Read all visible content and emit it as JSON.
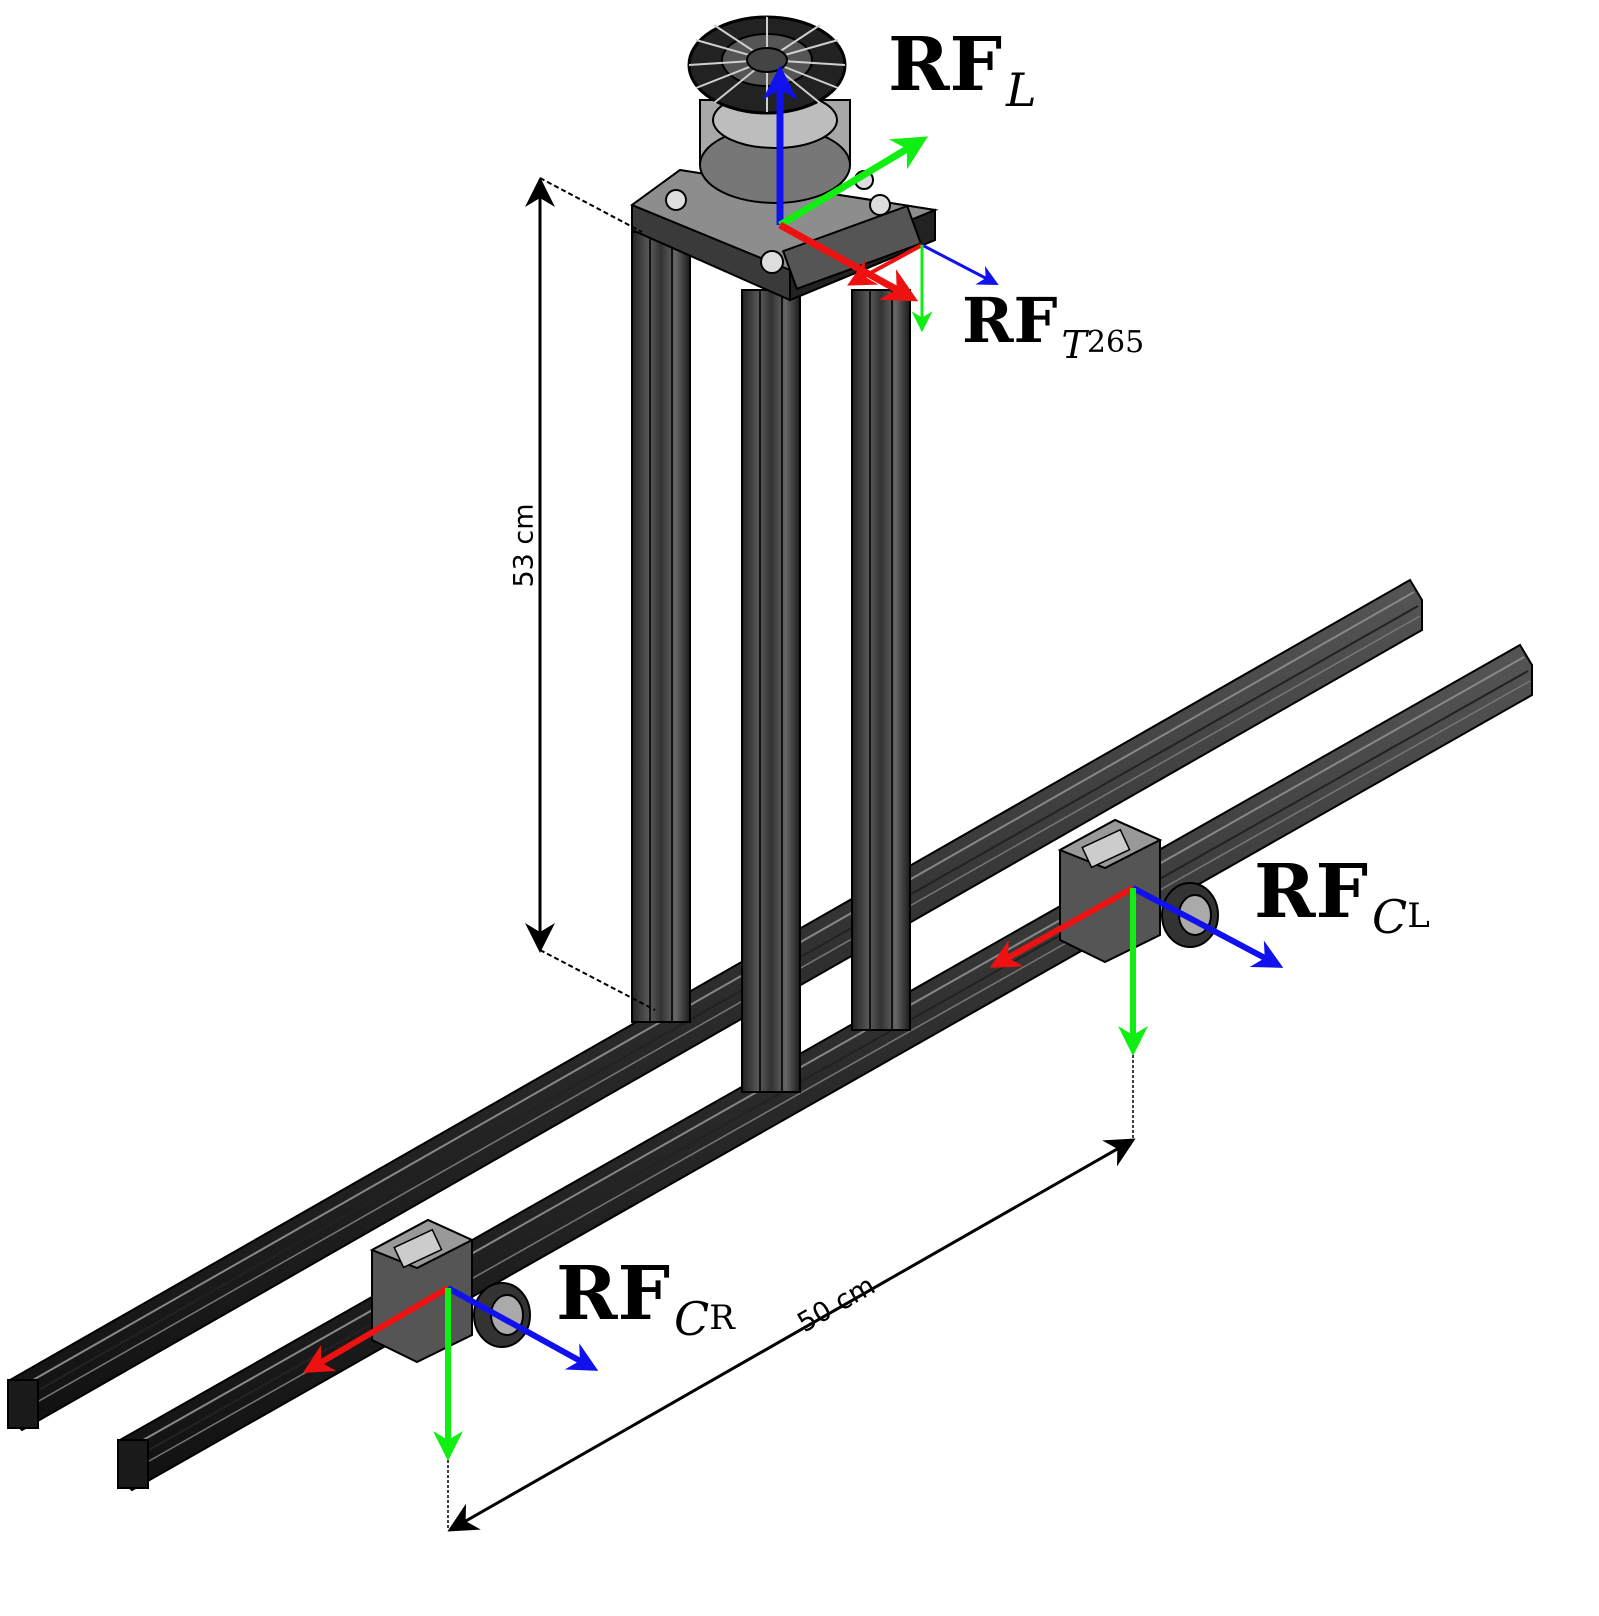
{
  "labels": {
    "rf_l": {
      "main": "RF",
      "sub": "L"
    },
    "rf_t265": {
      "main": "RF",
      "sub": "T",
      "subsub": "265"
    },
    "rf_cl": {
      "main": "RF",
      "sub": "C",
      "subsub": "L"
    },
    "rf_cr": {
      "main": "RF",
      "sub": "C",
      "subsub": "R"
    }
  },
  "dimensions": {
    "height": "53 cm",
    "baseline": "50 cm"
  },
  "colors": {
    "x_axis": "#ee1111",
    "y_axis": "#11ee11",
    "z_axis": "#1111ee",
    "frame": "#3a3a3a",
    "frame_dark": "#151515"
  }
}
